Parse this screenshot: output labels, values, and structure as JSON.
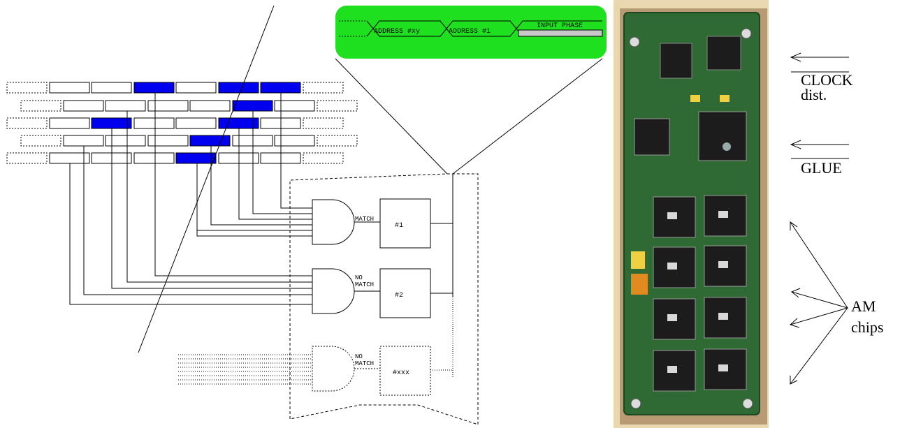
{
  "bus_banner": {
    "segments": [
      "ADDRESS #xy",
      "ADDRESS #1",
      "INPUT PHASE"
    ],
    "background_color": "#1ee01e"
  },
  "gates": [
    {
      "label": "MATCH",
      "cell": "#1"
    },
    {
      "label_line1": "NO",
      "label_line2": "MATCH",
      "cell": "#2"
    },
    {
      "label_line1": "NO",
      "label_line2": "MATCH",
      "cell": "#xxx"
    }
  ],
  "board_labels": {
    "clock_line1": "CLOCK",
    "clock_line2": "dist.",
    "glue": "GLUE",
    "am_line1": "AM",
    "am_line2": "chips"
  },
  "colors": {
    "active_bit": "#0000f0",
    "board_green": "#2f6a34",
    "board_background": "#e9d7b0"
  }
}
